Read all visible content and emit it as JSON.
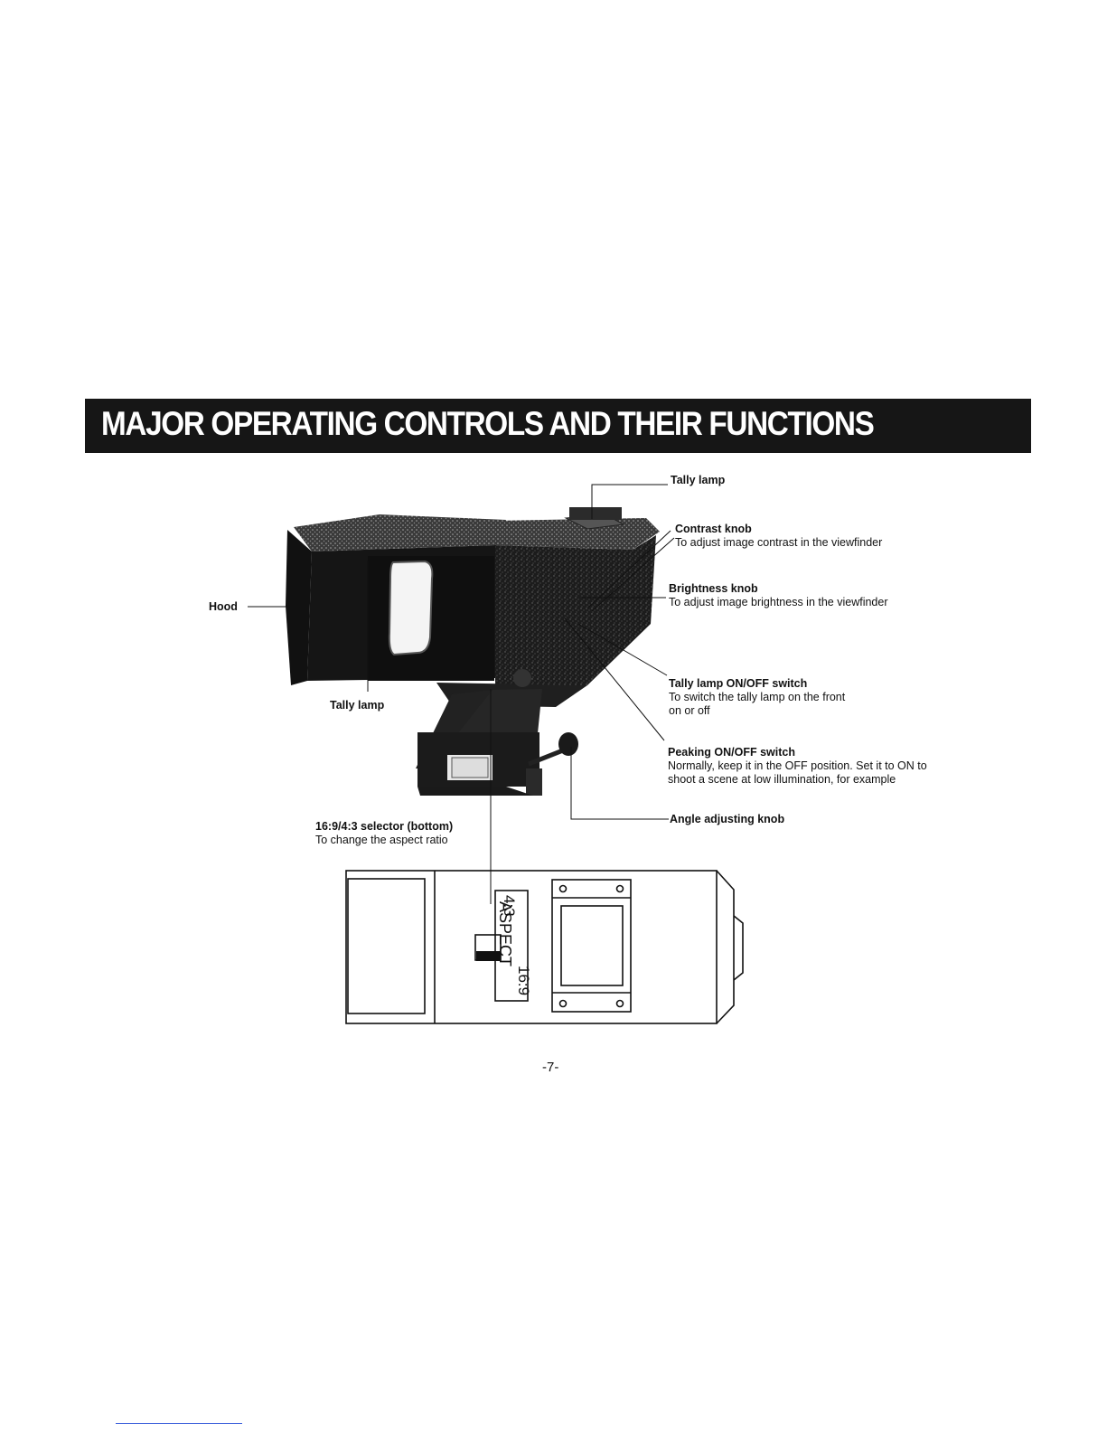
{
  "title": "MAJOR OPERATING CONTROLS AND THEIR FUNCTIONS",
  "labels": {
    "tally_lamp_top": "Tally lamp",
    "contrast_knob": {
      "name": "Contrast knob",
      "desc": "To adjust image contrast in the viewfinder"
    },
    "hood": "Hood",
    "brightness_knob": {
      "name": "Brightness knob",
      "desc": "To adjust image brightness in the viewfinder"
    },
    "tally_switch": {
      "name": "Tally lamp ON/OFF switch",
      "desc1": "To switch the tally lamp on the front",
      "desc2": "on or off"
    },
    "tally_lamp_front": "Tally lamp",
    "peaking_switch": {
      "name": "Peaking ON/OFF switch",
      "desc1": "Normally, keep it in the OFF position.  Set it to ON to",
      "desc2": "shoot a scene at low illumination, for example"
    },
    "aspect_selector": {
      "name": "16:9/4:3 selector (bottom)",
      "desc": "To change the aspect ratio"
    },
    "angle_knob": "Angle adjusting knob"
  },
  "bottom_view": {
    "aspect_word": "ASPECT",
    "ratio_left": "4:3",
    "ratio_right": "16:9"
  },
  "page_number": "-7-"
}
